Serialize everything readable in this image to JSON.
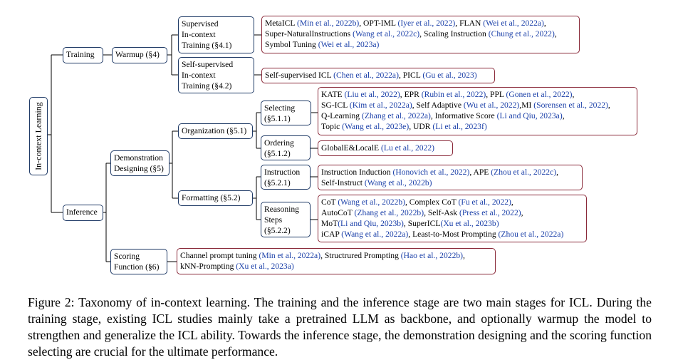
{
  "taxonomy": {
    "root": "In-context Learning",
    "training": {
      "label": "Training",
      "warmup": "Warmup (§4)",
      "supervised": [
        "Supervised",
        "In-context",
        "Training (§4.1)"
      ],
      "supervised_refs": [
        [
          [
            "MetaICL ",
            ""
          ],
          [
            "(Min et al., 2022b)",
            "cite"
          ],
          [
            ", OPT-IML ",
            ""
          ],
          [
            "(Iyer et al., 2022)",
            "cite"
          ],
          [
            ", FLAN ",
            ""
          ],
          [
            "(Wei et al., 2022a)",
            "cite"
          ],
          [
            ",",
            ""
          ]
        ],
        [
          [
            "Super-NaturalInstructions ",
            ""
          ],
          [
            "(Wang et al., 2022c)",
            "cite"
          ],
          [
            ", Scaling Instruction ",
            ""
          ],
          [
            "(Chung et al., 2022)",
            "cite"
          ],
          [
            ",",
            ""
          ]
        ],
        [
          [
            "Symbol Tuning ",
            ""
          ],
          [
            "(Wei et al., 2023a)",
            "cite"
          ]
        ]
      ],
      "self_supervised": [
        "Self-supervised",
        "In-context",
        "Training (§4.2)"
      ],
      "self_supervised_refs": [
        [
          [
            "Self-supervised ICL ",
            ""
          ],
          [
            "(Chen et al., 2022a)",
            "cite"
          ],
          [
            ", PICL ",
            ""
          ],
          [
            "(Gu et al., 2023)",
            "cite"
          ]
        ]
      ]
    },
    "inference": {
      "label": "Inference",
      "demonstration": [
        "Demonstration",
        "Designing (§5)"
      ],
      "organization": "Organization (§5.1)",
      "selecting": [
        "Selecting",
        "(§5.1.1)"
      ],
      "selecting_refs": [
        [
          [
            "KATE ",
            ""
          ],
          [
            "(Liu et al., 2022)",
            "cite"
          ],
          [
            ", EPR ",
            ""
          ],
          [
            "(Rubin et al., 2022)",
            "cite"
          ],
          [
            ", PPL ",
            ""
          ],
          [
            "(Gonen et al., 2022)",
            "cite"
          ],
          [
            ",",
            ""
          ]
        ],
        [
          [
            "SG-ICL ",
            ""
          ],
          [
            "(Kim et al., 2022a)",
            "cite"
          ],
          [
            ", Self Adaptive ",
            ""
          ],
          [
            "(Wu et al., 2022)",
            "cite"
          ],
          [
            ",MI ",
            ""
          ],
          [
            "(Sorensen et al., 2022)",
            "cite"
          ],
          [
            ",",
            ""
          ]
        ],
        [
          [
            "Q-Learning ",
            ""
          ],
          [
            "(Zhang et al., 2022a)",
            "cite"
          ],
          [
            ", Informative Score ",
            ""
          ],
          [
            "(Li and Qiu, 2023a)",
            "cite"
          ],
          [
            ",",
            ""
          ]
        ],
        [
          [
            "Topic ",
            ""
          ],
          [
            "(Wang et al., 2023e)",
            "cite"
          ],
          [
            ", UDR ",
            ""
          ],
          [
            "(Li et al., 2023f)",
            "cite"
          ]
        ]
      ],
      "ordering": [
        "Ordering",
        "(§5.1.2)"
      ],
      "ordering_refs": [
        [
          [
            "GlobalE&LocalE ",
            ""
          ],
          [
            "(Lu et al., 2022)",
            "cite"
          ]
        ]
      ],
      "formatting": "Formatting (§5.2)",
      "instruction": [
        "Instruction",
        "(§5.2.1)"
      ],
      "instruction_refs": [
        [
          [
            "Instruction Induction ",
            ""
          ],
          [
            "(Honovich et al., 2022)",
            "cite"
          ],
          [
            ", APE ",
            ""
          ],
          [
            "(Zhou et al., 2022c)",
            "cite"
          ],
          [
            ",",
            ""
          ]
        ],
        [
          [
            "Self-Instruct ",
            ""
          ],
          [
            "(Wang et al., 2022b)",
            "cite"
          ]
        ]
      ],
      "reasoning": [
        "Reasoning",
        "Steps",
        "(§5.2.2)"
      ],
      "reasoning_refs": [
        [
          [
            "CoT ",
            ""
          ],
          [
            "(Wang et al., 2022b)",
            "cite"
          ],
          [
            ", Complex CoT ",
            ""
          ],
          [
            "(Fu et al., 2022)",
            "cite"
          ],
          [
            ",",
            ""
          ]
        ],
        [
          [
            "AutoCoT ",
            ""
          ],
          [
            "(Zhang et al., 2022b)",
            "cite"
          ],
          [
            ", Self-Ask ",
            ""
          ],
          [
            "(Press et al., 2022)",
            "cite"
          ],
          [
            ",",
            ""
          ]
        ],
        [
          [
            "MoT",
            ""
          ],
          [
            "(Li and Qiu, 2023b)",
            "cite"
          ],
          [
            ", SuperICL",
            ""
          ],
          [
            "(Xu et al., 2023b)",
            "cite"
          ]
        ],
        [
          [
            "iCAP ",
            ""
          ],
          [
            "(Wang et al., 2022a)",
            "cite"
          ],
          [
            ", Least-to-Most Prompting ",
            ""
          ],
          [
            "(Zhou et al., 2022a)",
            "cite"
          ]
        ]
      ],
      "scoring": [
        "Scoring",
        "Function (§6)"
      ],
      "scoring_refs": [
        [
          [
            "Channel prompt tuning ",
            ""
          ],
          [
            "(Min et al., 2022a)",
            "cite"
          ],
          [
            ", Structrured Prompting ",
            ""
          ],
          [
            "(Hao et al., 2022b)",
            "cite"
          ],
          [
            ",",
            ""
          ]
        ],
        [
          [
            "kNN-Prompting ",
            ""
          ],
          [
            "(Xu et al., 2023a)",
            "cite"
          ]
        ]
      ]
    }
  },
  "caption": "Figure 2: Taxonomy of in-context learning. The training and the inference stage are two main stages for ICL. During the training stage, existing ICL studies mainly take a pretrained LLM as backbone, and optionally warmup the model to strengthen and generalize the ICL ability. Towards the inference stage, the demonstration designing and the scoring function selecting are crucial for the ultimate performance.",
  "colors": {
    "node_border": "#1f3a66",
    "leaf_border": "#8a2a3a",
    "citation": "#1a3fa8"
  }
}
